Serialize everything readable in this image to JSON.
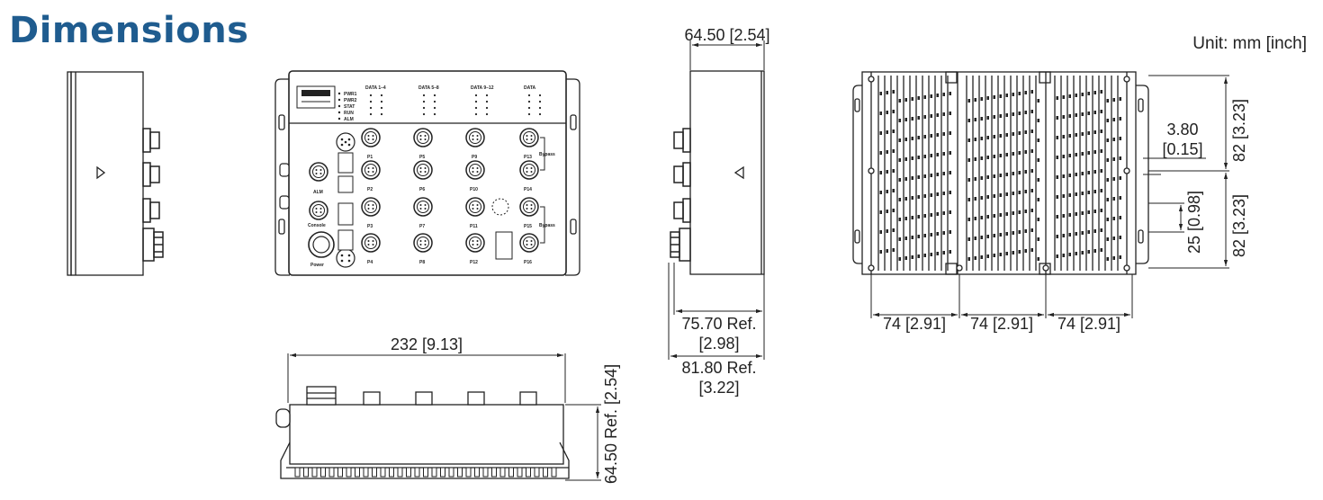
{
  "title": "Dimensions",
  "unit": "Unit: mm [inch]",
  "dims": {
    "top_width": "64.50 [2.54]",
    "ref75_a": "75.70 Ref.",
    "ref75_b": "[2.98]",
    "ref81_a": "81.80 Ref.",
    "ref81_b": "[3.22]",
    "front_width": "232 [9.13]",
    "front_height": "64.50 Ref. [2.54]",
    "pitch": "74 [2.91]",
    "hole_a": "3.80",
    "hole_b": "[0.15]",
    "height_top": "82 [3.23]",
    "height_bottom": "82 [3.23]",
    "slot": "25 [0.98]"
  },
  "panel": {
    "led_labels": [
      "PWR1",
      "PWR2",
      "STAT",
      "RUN",
      "ALM"
    ],
    "group_labels": [
      "DATA 1–4",
      "DATA 5–8",
      "DATA 9–12",
      "DATA"
    ],
    "ports_col1": [
      "P1",
      "P2",
      "P3",
      "P4"
    ],
    "ports_col2": [
      "P5",
      "P6",
      "P7",
      "P8"
    ],
    "ports_col3": [
      "P9",
      "P10",
      "P11",
      "P12"
    ],
    "ports_col4": [
      "P13",
      "P14",
      "P15",
      "P16"
    ],
    "bypass_label": "Bypass",
    "alm_label": "ALM",
    "console_label": "Console",
    "power_label": "Power"
  }
}
